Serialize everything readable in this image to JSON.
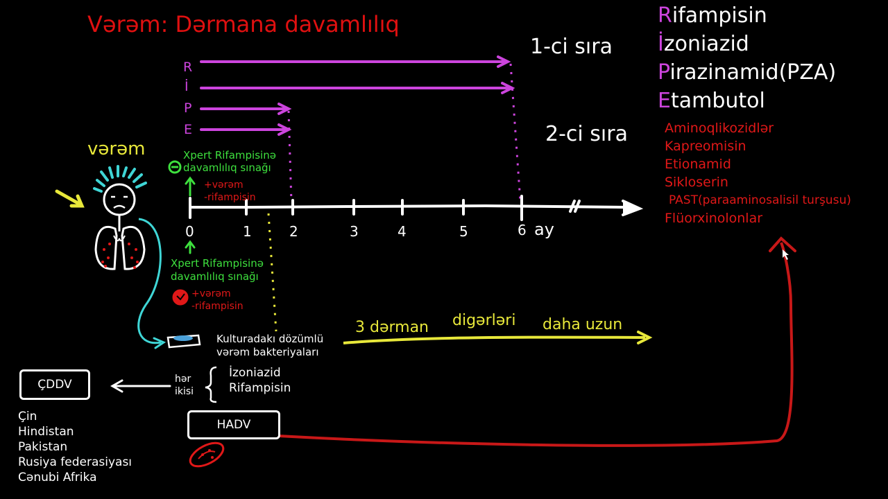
{
  "title": "Vərəm: Dərmana davamlılıq",
  "first_line": {
    "label": "1-ci sıra",
    "drugs": [
      {
        "initial": "R",
        "rest": "ifampisin"
      },
      {
        "initial": "İ",
        "rest": "zoniazid"
      },
      {
        "initial": "P",
        "rest": "irazinamid(PZA)"
      },
      {
        "initial": "E",
        "rest": "tambutol"
      }
    ]
  },
  "second_line": {
    "label": "2-ci sıra",
    "drugs": [
      "Aminoqlikozidlər",
      "Kapreomisin",
      "Etionamid",
      "Sikloserin",
      "PAST(paraaminosalisil turşusu)",
      "Flüorxinolonlar"
    ]
  },
  "ripe_letters": [
    "R",
    "İ",
    "P",
    "E"
  ],
  "timeline": {
    "ticks": [
      "0",
      "1",
      "2",
      "3",
      "4",
      "5",
      "6"
    ],
    "unit": "ay"
  },
  "patient_label": "vərəm",
  "xpert_top": {
    "sign": "⊖",
    "text_line1": "Xpert Rifampisinə",
    "text_line2": "davamlılıq sınağı",
    "result_line1": "+vərəm",
    "result_line2": "-rifampisin"
  },
  "xpert_bottom": {
    "text_line1": "Xpert Rifampisinə",
    "text_line2": "davamlılıq sınağı",
    "result_line1": "+vərəm",
    "result_line2": "-rifampisin"
  },
  "culture": {
    "line1": "Kulturadakı dözümlü",
    "line2": "vərəm bakteriyaları"
  },
  "three_drugs_note": {
    "part1": "3 dərman",
    "part2": "digərləri",
    "part3": "daha uzun"
  },
  "both": {
    "line1": "hər",
    "line2": "ikisi",
    "drug1": "İzoniazid",
    "drug2": "Rifampisin"
  },
  "cddv": {
    "label": "ÇDDV",
    "countries": [
      "Çin",
      "Hindistan",
      "Pakistan",
      "Rusiya federasiyası",
      "Cənubi Afrika"
    ]
  },
  "hadv": {
    "label": "HADV"
  },
  "colors": {
    "magenta": "#cc44dd",
    "red": "#e01818",
    "green": "#3ee03e",
    "yellow": "#e8e83a",
    "cyan": "#3fd6d6"
  }
}
